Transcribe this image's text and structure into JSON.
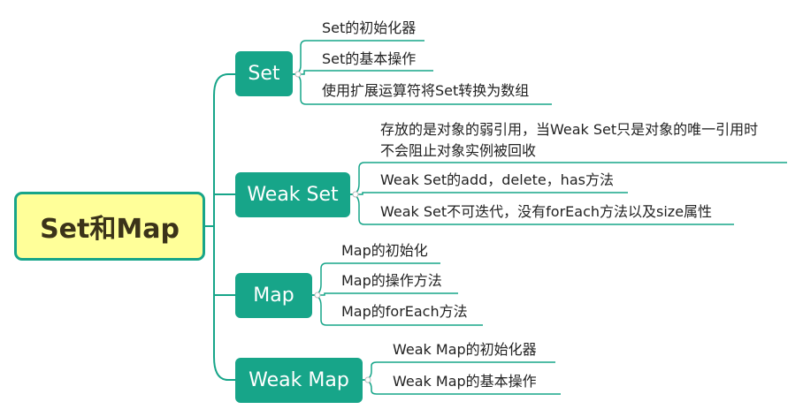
{
  "root": {
    "label": "Set和Map"
  },
  "branches": [
    {
      "label": "Set",
      "leaves": [
        "Set的初始化器",
        "Set的基本操作",
        "使用扩展运算符将Set转换为数组"
      ]
    },
    {
      "label": "Weak Set",
      "leaves": [
        "存放的是对象的弱引用，当Weak Set只是对象的唯一引用时",
        "不会阻止对象实例被回收",
        "Weak Set的add，delete，has方法",
        "Weak Set不可迭代，没有forEach方法以及size属性"
      ]
    },
    {
      "label": "Map",
      "leaves": [
        "Map的初始化",
        "Map的操作方法",
        "Map的forEach方法"
      ]
    },
    {
      "label": "Weak Map",
      "leaves": [
        "Weak Map的初始化器",
        "Weak Map的基本操作"
      ]
    }
  ],
  "colors": {
    "accent": "#17a589",
    "root_fill": "#ffff99",
    "root_text": "#3b3319"
  }
}
